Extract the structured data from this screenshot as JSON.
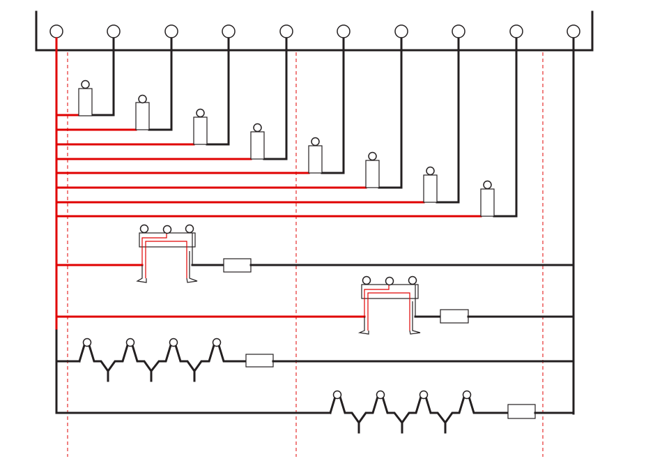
{
  "diagram": {
    "description_colors": {
      "supply_line": "#e00000",
      "return_line": "#231f20",
      "guide_line": "#e00000",
      "background": "#ffffff"
    },
    "top_ports_count": 10,
    "dispensers_count": 8,
    "triple_units_count": 2,
    "tap_groups_count": 2,
    "taps_per_group": 4
  }
}
